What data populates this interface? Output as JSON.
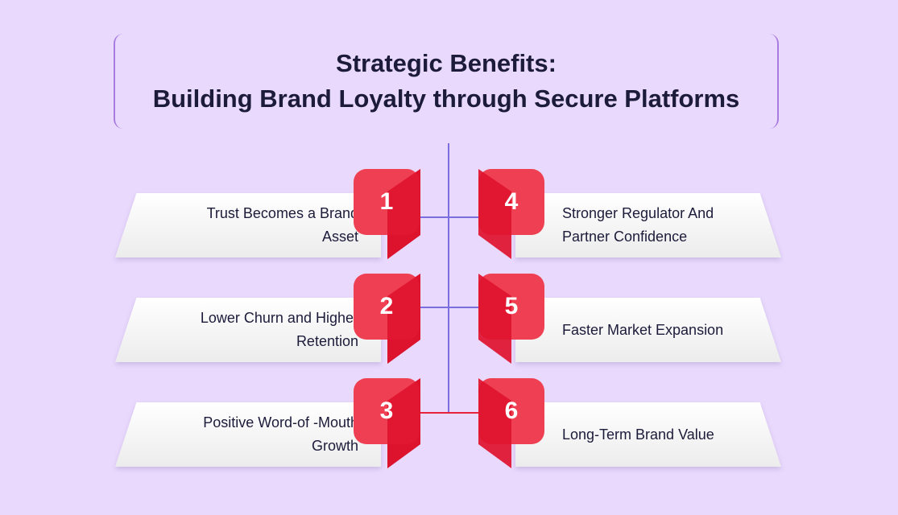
{
  "title": {
    "line1": "Strategic Benefits:",
    "line2": "Building Brand Loyalty through Secure Platforms"
  },
  "benefits": [
    {
      "number": "1",
      "text": "Trust Becomes a Brand Asset",
      "side": "left"
    },
    {
      "number": "2",
      "text": "Lower Churn and Higher Retention",
      "side": "left"
    },
    {
      "number": "3",
      "text": "Positive Word-of -Mouth Growth",
      "side": "left"
    },
    {
      "number": "4",
      "text": "Stronger Regulator And Partner Confidence",
      "side": "right"
    },
    {
      "number": "5",
      "text": "Faster Market Expansion",
      "side": "right"
    },
    {
      "number": "6",
      "text": "Long-Term Brand Value",
      "side": "right"
    }
  ],
  "colors": {
    "background": "#e9d9fd",
    "badge_red": "#e8223a",
    "badge_dark_red": "#c0102a",
    "connector_purple": "#7a6ee0",
    "connector_red": "#e8223a",
    "title_border": "#a77be0"
  }
}
